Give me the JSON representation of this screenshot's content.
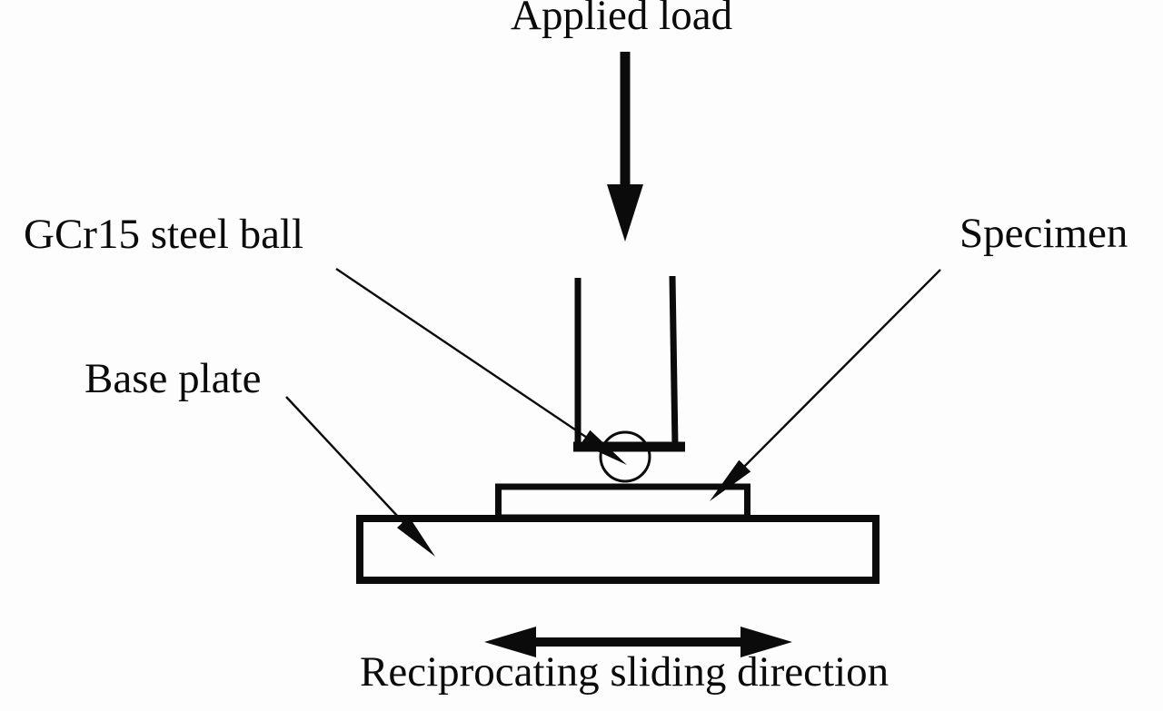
{
  "figure": {
    "type": "diagram",
    "subject": "Reciprocating ball-on-plate wear test schematic",
    "background_color": "#fdfdfd",
    "ink_color": "#0b0b0b",
    "labels": {
      "applied_load": "Applied load",
      "steel_ball": "GCr15 steel ball",
      "specimen": "Specimen",
      "base_plate": "Base plate",
      "sliding_direction": "Reciprocating sliding direction"
    },
    "components": [
      "applied-load-arrow",
      "ball-holder",
      "steel-ball",
      "specimen-block",
      "base-plate-block",
      "reciprocating-direction-arrow"
    ]
  }
}
